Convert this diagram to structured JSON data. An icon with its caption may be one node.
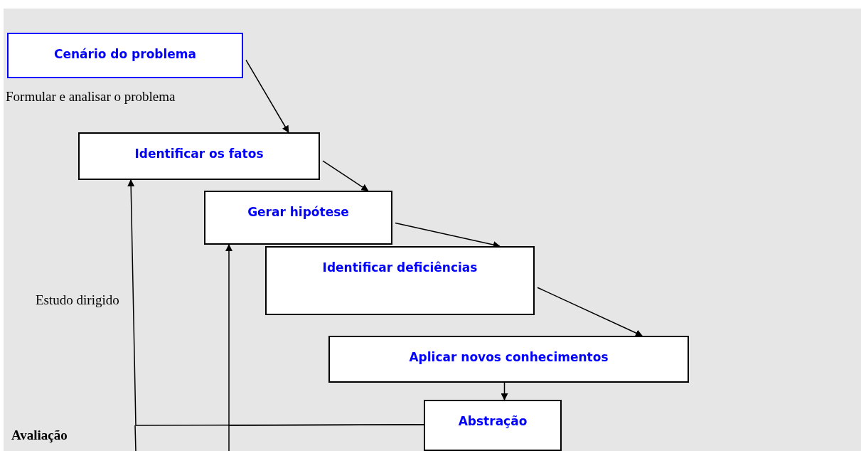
{
  "diagram": {
    "nodes": [
      {
        "text": [
          "Cenário do problema"
        ],
        "beside": [
          "Formular e analisar o problema"
        ]
      },
      {
        "text": [
          "Identificar os fatos"
        ]
      },
      {
        "text": [
          "Gerar hipótese"
        ]
      },
      {
        "text": [
          "Identificar deficiências"
        ]
      },
      {
        "text": [
          "Aplicar novos conhecimentos"
        ]
      },
      {
        "text": [
          "Abstração"
        ]
      }
    ],
    "edges": [
      {
        "from": 0,
        "to": 1,
        "arrow": "to"
      },
      {
        "from": 1,
        "to": 2,
        "arrow": "to"
      },
      {
        "from": 2,
        "to": 3,
        "arrow": "to"
      },
      {
        "from": 3,
        "to": 4,
        "arrow": "to"
      },
      {
        "from": 4,
        "to": 5,
        "arrow": "to"
      },
      {
        "from": 5,
        "to": 1,
        "arrow": "to"
      },
      {
        "from": 5,
        "to": 2,
        "arrow": "to"
      }
    ],
    "labels": [
      "Estudo dirigido",
      "Avaliação"
    ]
  }
}
